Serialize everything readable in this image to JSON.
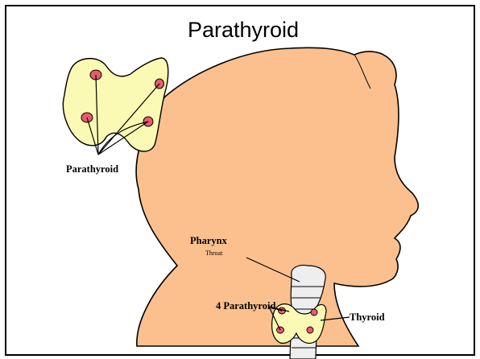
{
  "slide": {
    "title": "Parathyroid"
  },
  "labels": {
    "inset_parathyroid": "Parathyroid",
    "pharynx": "Pharynx",
    "pharynx_sub": "Throat",
    "four_parathyroid": "4 Parathyroid",
    "thyroid": "Thyroid"
  },
  "colors": {
    "skin": "#fbc08e",
    "gland": "#fafab4",
    "parathyroid": "#ea5a6e",
    "trachea": "#eeeeee"
  }
}
